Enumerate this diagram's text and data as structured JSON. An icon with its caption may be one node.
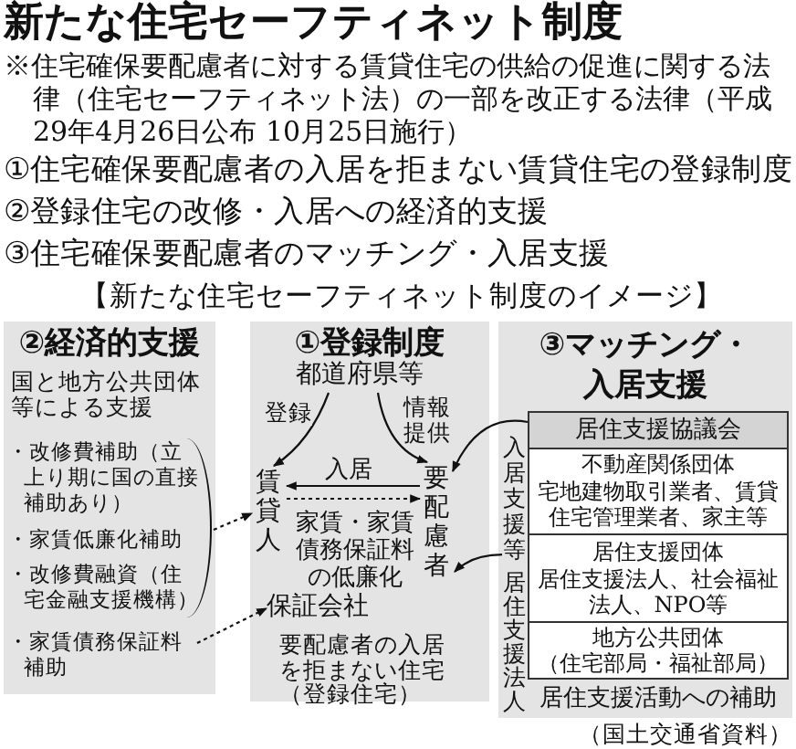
{
  "diagram": {
    "title": "新たな住宅セーフティネット制度",
    "nodes": [
      {
        "text": [
          "②経済的支援",
          "国と地方公共団体等による支援"
        ]
      },
      {
        "text": [
          "・改修費補助（立上り期に国の直接補助あり）",
          "・家賃低廉化補助",
          "・改修費融資（住宅金融支援機構）"
        ],
        "in": 0
      },
      {
        "text": [
          "・家賃債務保証料補助"
        ],
        "in": 0
      },
      {
        "text": [
          "①登録制度",
          "要配慮者の入居を拒まない住宅（登録住宅）"
        ]
      },
      {
        "text": [
          "都道府県等"
        ],
        "in": 3
      },
      {
        "text": [
          "賃貸人"
        ],
        "in": 3
      },
      {
        "text": [
          "要配慮者"
        ],
        "in": 3
      },
      {
        "text": [
          "保証会社"
        ],
        "in": 3
      },
      {
        "text": [
          "③マッチング・入居支援",
          "居住支援活動への補助"
        ]
      },
      {
        "text": [
          "居住支援協議会"
        ],
        "in": 8
      },
      {
        "text": [
          "不動産関係団体",
          "宅地建物取引業者、賃貸住宅管理業者、家主等"
        ],
        "in": 9
      },
      {
        "text": [
          "居住支援団体",
          "居住支援法人、社会福祉法人、NPO等"
        ],
        "in": 9
      },
      {
        "text": [
          "地方公共団体",
          "（住宅部局・福祉部局）"
        ],
        "in": 9
      }
    ],
    "edges": [
      {
        "from": 1,
        "to": 5,
        "arrow": "to",
        "style": "dashed"
      },
      {
        "from": 2,
        "to": 7,
        "arrow": "to",
        "style": "dashed"
      },
      {
        "from": 4,
        "to": 5,
        "arrow": "to",
        "label": "登録"
      },
      {
        "from": 4,
        "to": 6,
        "arrow": "to",
        "label": "情報提供"
      },
      {
        "from": 6,
        "to": 5,
        "arrow": "to",
        "label": "入居"
      },
      {
        "from": 5,
        "to": 6,
        "arrow": "to",
        "label": "家賃・家賃債務保証料の低廉化",
        "style": "dashed"
      },
      {
        "from": 9,
        "to": 6,
        "arrow": "to",
        "label": "入居支援等"
      },
      {
        "from": 11,
        "to": 6,
        "arrow": "to",
        "label": "居住支援法人"
      }
    ],
    "labels": [
      "※住宅確保要配慮者に対する賃貸住宅の供給の促進に関する法律（住宅セーフティネット法）の一部を改正する法律（平成29年4月26日公布 10月25日施行）",
      "①住宅確保要配慮者の入居を拒まない賃貸住宅の登録制度",
      "②登録住宅の改修・入居への経済的支援",
      "③住宅確保要配慮者のマッチング・入居支援",
      "【新たな住宅セーフティネット制度のイメージ】",
      "（国土交通省資料）"
    ]
  }
}
